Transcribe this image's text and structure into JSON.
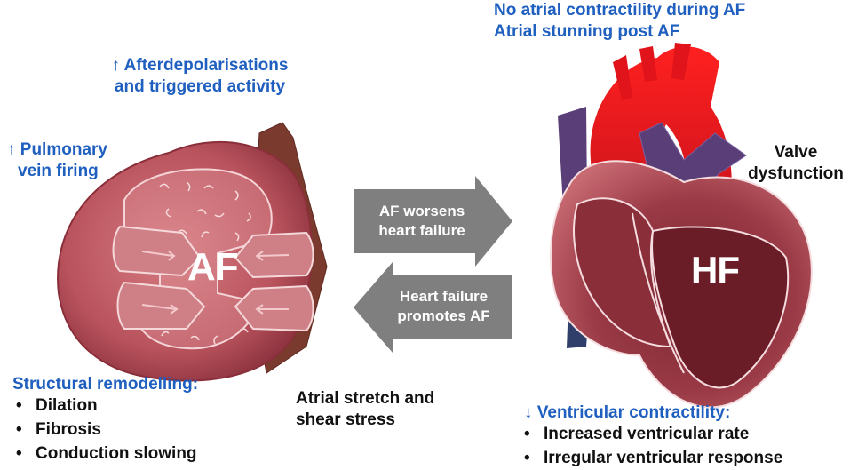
{
  "left": {
    "afterdep": [
      "↑ Afterdepolarisations",
      "and triggered activity"
    ],
    "pulmonary": [
      "↑ Pulmonary",
      "vein firing"
    ],
    "af_label": "AF",
    "structural": {
      "title": "Structural remodelling:",
      "items": [
        "Dilation",
        "Fibrosis",
        "Conduction slowing"
      ]
    },
    "stretch": [
      "Atrial stretch and",
      "shear stress"
    ]
  },
  "arrows": {
    "right": [
      "AF worsens",
      "heart failure"
    ],
    "left": [
      "Heart failure",
      "promotes AF"
    ]
  },
  "right": {
    "top": [
      "No atrial contractility during AF",
      "Atrial stunning post AF"
    ],
    "hf_label": "HF",
    "valve": [
      "Valve",
      "dysfunction"
    ],
    "ventricular": {
      "title": "↓ Ventricular contractility:",
      "items": [
        "Increased ventricular rate",
        "Irregular ventricular response"
      ]
    }
  },
  "colors": {
    "blue_text": "#1f5fbf",
    "atrium": "#b5505a",
    "vein": "#7a3a2e",
    "arrow_gray": "#7f7f7f",
    "aorta_red": "#e0141a",
    "vessel_purple": "#5a3e78",
    "heart_dark": "#6b1f28"
  }
}
